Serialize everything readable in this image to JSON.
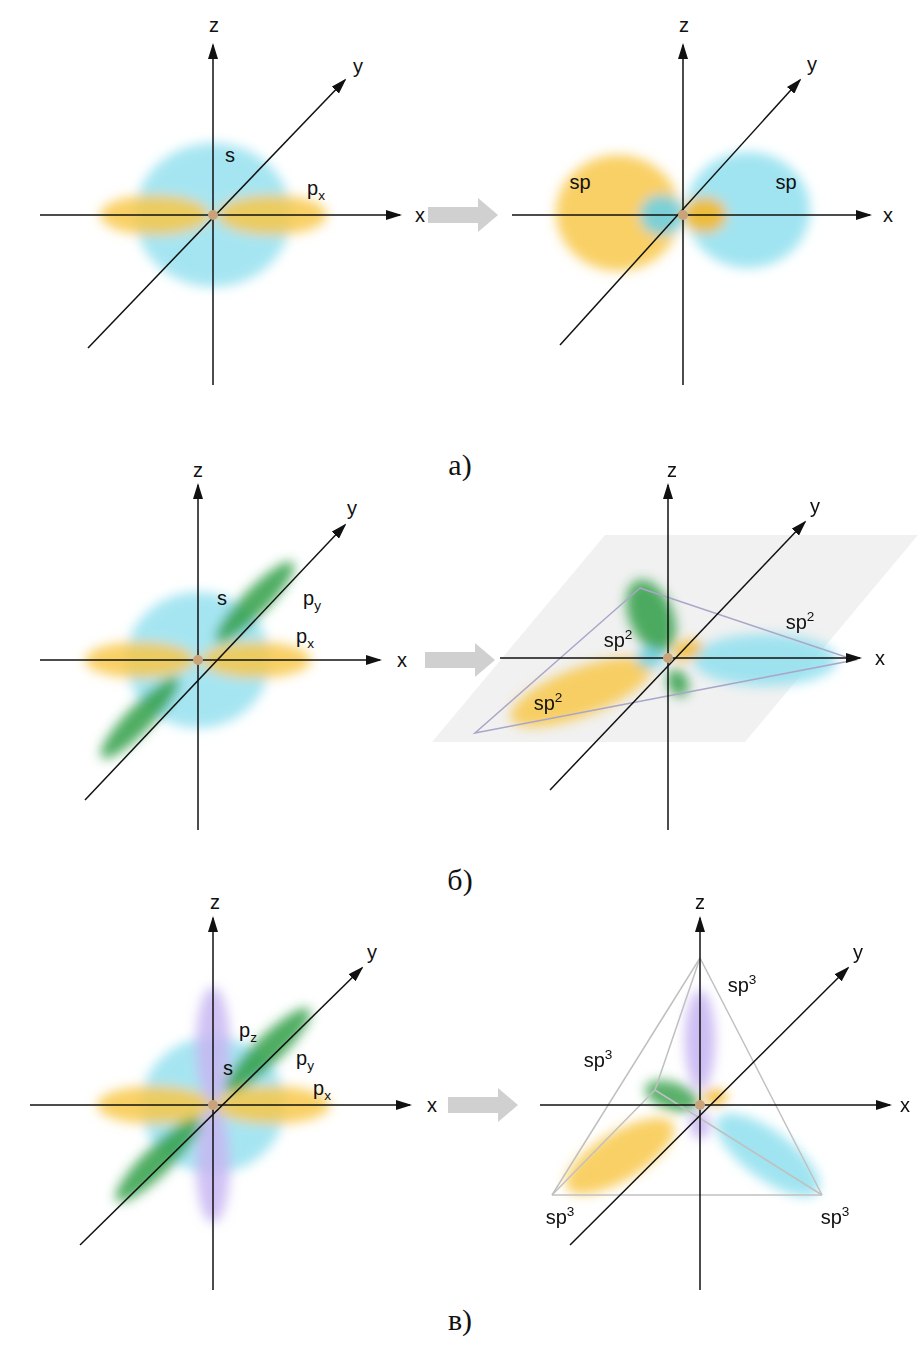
{
  "diagram": {
    "labels": [
      "z",
      "y",
      "s",
      "px",
      "x",
      "z",
      "y",
      "sp",
      "sp",
      "x",
      "а)",
      "z",
      "y",
      "s",
      "py",
      "px",
      "x",
      "z",
      "y",
      "sp2",
      "sp2",
      "x",
      "sp2",
      "б)",
      "z",
      "y",
      "pz",
      "py",
      "s",
      "px",
      "x",
      "z",
      "y",
      "sp3",
      "sp3",
      "x",
      "sp3",
      "sp3",
      "в)"
    ]
  }
}
